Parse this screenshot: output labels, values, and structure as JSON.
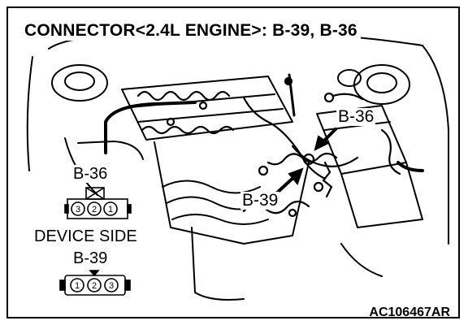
{
  "diagram": {
    "title": "CONNECTOR<2.4L ENGINE>: B-39, B-36",
    "callouts": {
      "b36_top": "B-36",
      "b39_mid": "B-39"
    },
    "legend": {
      "b36_label": "B-36",
      "device_side": "DEVICE SIDE",
      "b39_label": "B-39",
      "b36_pins": [
        "3",
        "2",
        "1"
      ],
      "b39_pins": [
        "1",
        "2",
        "3"
      ]
    },
    "reference_code": "AC106467AR"
  }
}
